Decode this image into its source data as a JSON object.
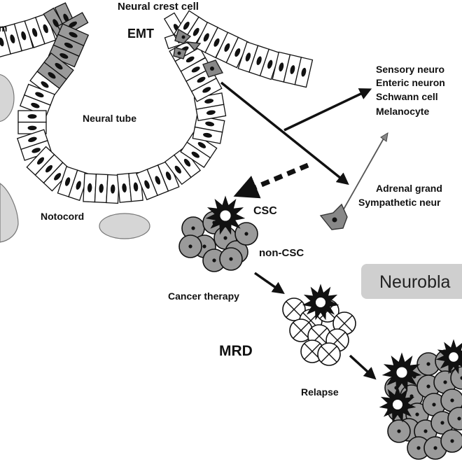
{
  "labels": {
    "cut_left": "m",
    "neural_crest_cell": "Neural crest cell",
    "emt": "EMT",
    "neural_tube": "Neural tube",
    "notocord": "Notocord",
    "csc": "CSC",
    "non_csc": "non-CSC",
    "cancer_therapy": "Cancer therapy",
    "mrd": "MRD",
    "relapse": "Relapse",
    "neuroblastoma_box": "Neurobla"
  },
  "derivatives_upper": [
    "Sensory neuro",
    "Enteric neuron",
    "Schwann cell",
    "Melanocyte"
  ],
  "derivatives_lower": [
    "Adrenal grand",
    "Sympathetic neur"
  ],
  "colors": {
    "cell_gray": "#9a9a9a",
    "tissue_gray": "#d6d6d6",
    "box_gray": "#cfcfcf",
    "ink": "#111111"
  }
}
